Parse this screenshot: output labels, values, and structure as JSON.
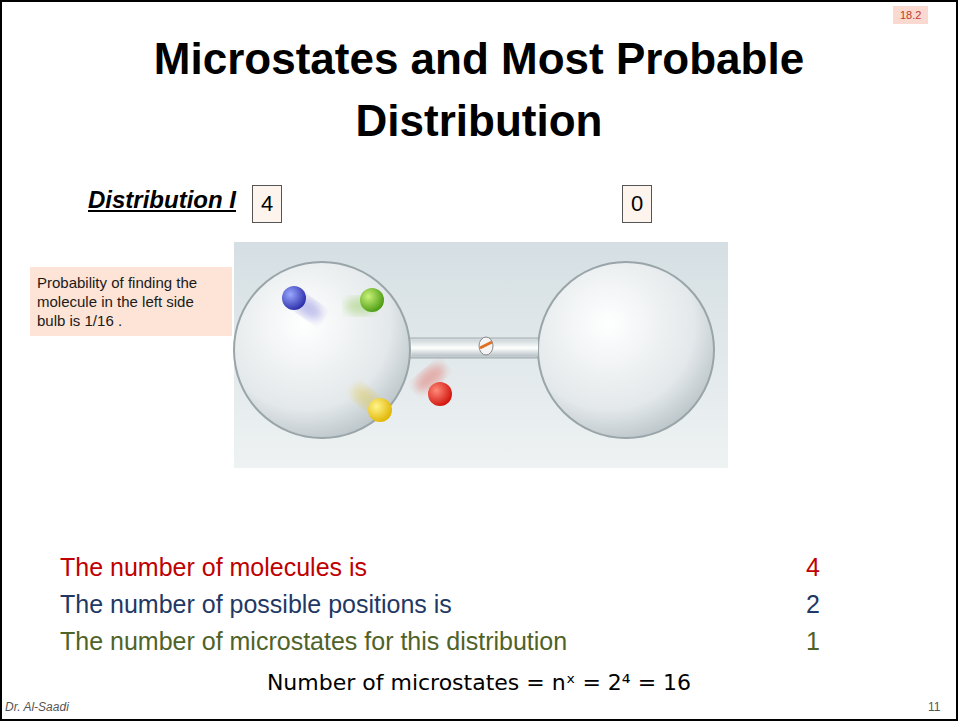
{
  "diagram": {
    "title": "Microstates and Most Probable Distribution",
    "nodes": [
      {
        "text": [
          "18.2"
        ]
      },
      {
        "text": [
          "4"
        ]
      },
      {
        "text": [
          "0"
        ]
      },
      {
        "text": [
          "Probability of finding the molecule in the left side bulb is 1/16 ."
        ]
      }
    ],
    "labels": [
      "Distribution I",
      "The number of molecules is",
      "4",
      "The number of possible positions is",
      "2",
      "The number of microstates for this distribution",
      "1",
      "Number of microstates = nˣ = 2⁴ = 16",
      "Dr. Al-Saadi",
      "11"
    ]
  }
}
